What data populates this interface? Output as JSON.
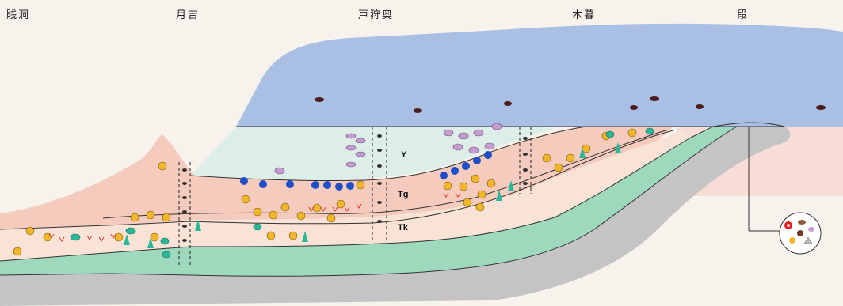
{
  "places": {
    "p1": "賎洞",
    "p2": "月吉",
    "p3": "戸狩奥",
    "p4": "木暮",
    "p5": "段"
  },
  "layers": {
    "y": "Y",
    "tg": "Tg",
    "tk": "Tk"
  },
  "colors": {
    "sea": "#a9bfe3",
    "y_layer": "#dceee7",
    "pink": "#f5cbbd",
    "pale": "#f8e3d6",
    "green": "#9ed9bd",
    "gray": "#c2c2c2"
  }
}
